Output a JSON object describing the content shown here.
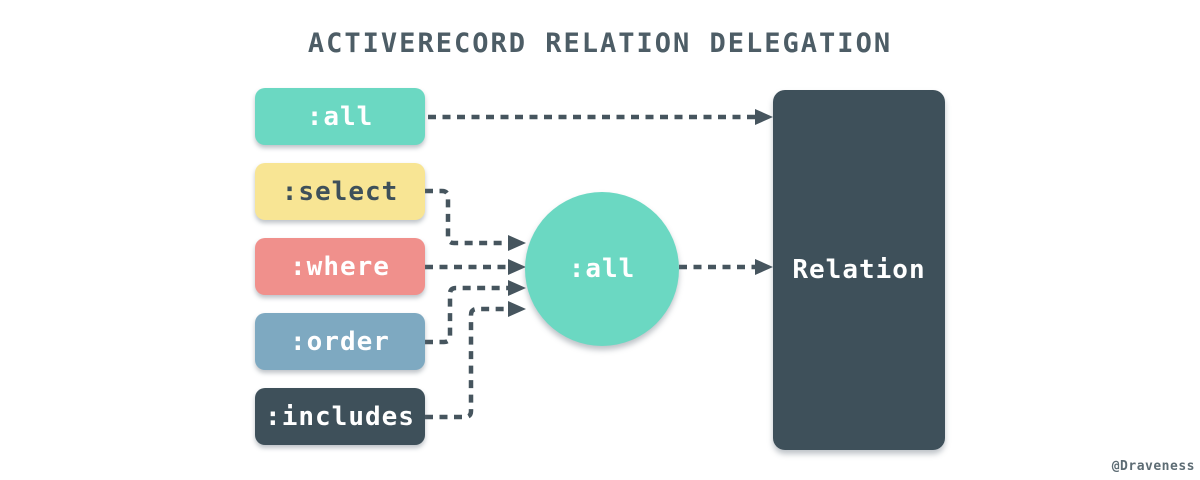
{
  "title": "ACTIVERECORD RELATION DELEGATION",
  "watermark": "@Draveness",
  "colors": {
    "background": "#ffffff",
    "title_text": "#4d5d66",
    "teal": "#6bd8c2",
    "yellow": "#f8e594",
    "red": "#f0908c",
    "blue": "#7ea9c1",
    "dark_slate": "#3e505a",
    "arrow": "#46555e",
    "white_text": "#ffffff",
    "select_text": "#3e505a",
    "watermark_text": "#5d6c74"
  },
  "nodes": {
    "sources": [
      {
        "id": "all",
        "label": ":all"
      },
      {
        "id": "select",
        "label": ":select"
      },
      {
        "id": "where",
        "label": ":where"
      },
      {
        "id": "order",
        "label": ":order"
      },
      {
        "id": "includes",
        "label": ":includes"
      }
    ],
    "hub": {
      "id": "hub-all",
      "label": ":all",
      "shape": "circle"
    },
    "target": {
      "id": "relation",
      "label": "Relation",
      "shape": "rect"
    }
  },
  "edges": [
    {
      "from": ":all",
      "to": "Relation",
      "style": "dashed-arrow"
    },
    {
      "from": ":select",
      "to": ":all (hub)",
      "style": "dashed-arrow"
    },
    {
      "from": ":where",
      "to": ":all (hub)",
      "style": "dashed-arrow"
    },
    {
      "from": ":order",
      "to": ":all (hub)",
      "style": "dashed-arrow"
    },
    {
      "from": ":includes",
      "to": ":all (hub)",
      "style": "dashed-arrow"
    },
    {
      "from": ":all (hub)",
      "to": "Relation",
      "style": "dashed-arrow"
    }
  ]
}
